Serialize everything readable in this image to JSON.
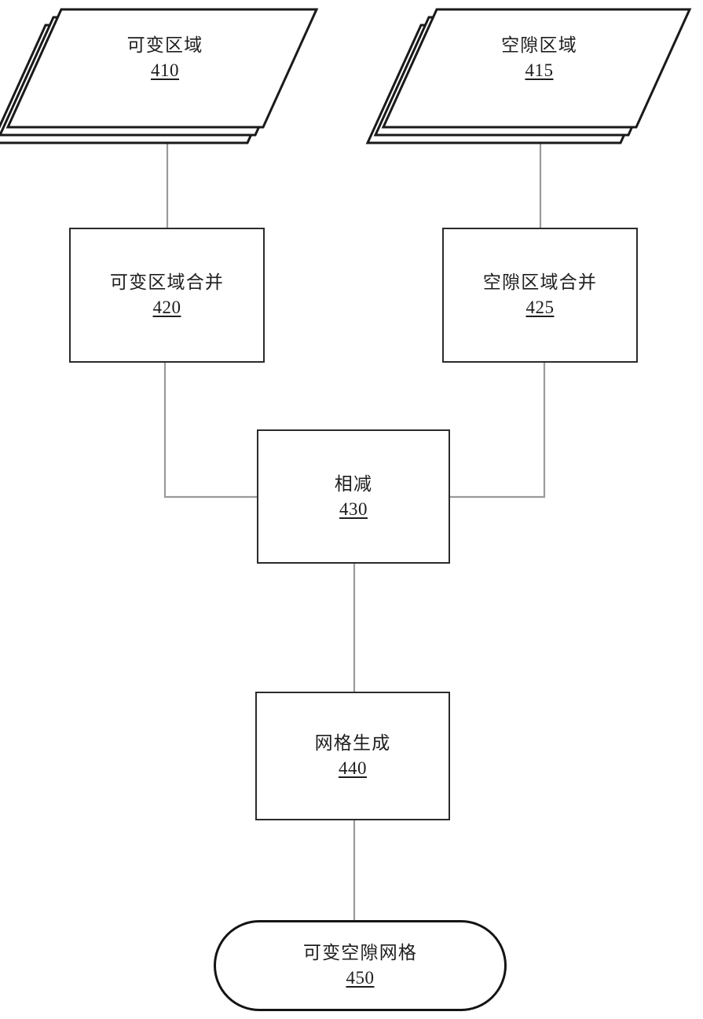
{
  "figure": {
    "type": "patent-flowchart",
    "background_color": "#ffffff",
    "line_color": "#9a9a9a",
    "box_border_color": "#2b2b2b",
    "text_color": "#1d1d1d"
  },
  "nodes": {
    "variable_regions": {
      "title": "可变区域",
      "number": "410",
      "shape": "stacked-sheets"
    },
    "void_regions": {
      "title": "空隙区域",
      "number": "415",
      "shape": "stacked-sheets"
    },
    "variable_merge": {
      "title": "可变区域合并",
      "number": "420",
      "shape": "process-box"
    },
    "void_merge": {
      "title": "空隙区域合并",
      "number": "425",
      "shape": "process-box"
    },
    "subtract": {
      "title": "相减",
      "number": "430",
      "shape": "process-box"
    },
    "mesh_generation": {
      "title": "网格生成",
      "number": "440",
      "shape": "process-box"
    },
    "variable_void_mesh": {
      "title": "可变空隙网格",
      "number": "450",
      "shape": "terminator-pill"
    }
  },
  "connections": [
    {
      "from": "410",
      "to": "420"
    },
    {
      "from": "415",
      "to": "425"
    },
    {
      "from": "420",
      "to": "430"
    },
    {
      "from": "425",
      "to": "430"
    },
    {
      "from": "430",
      "to": "440"
    },
    {
      "from": "440",
      "to": "450"
    }
  ]
}
